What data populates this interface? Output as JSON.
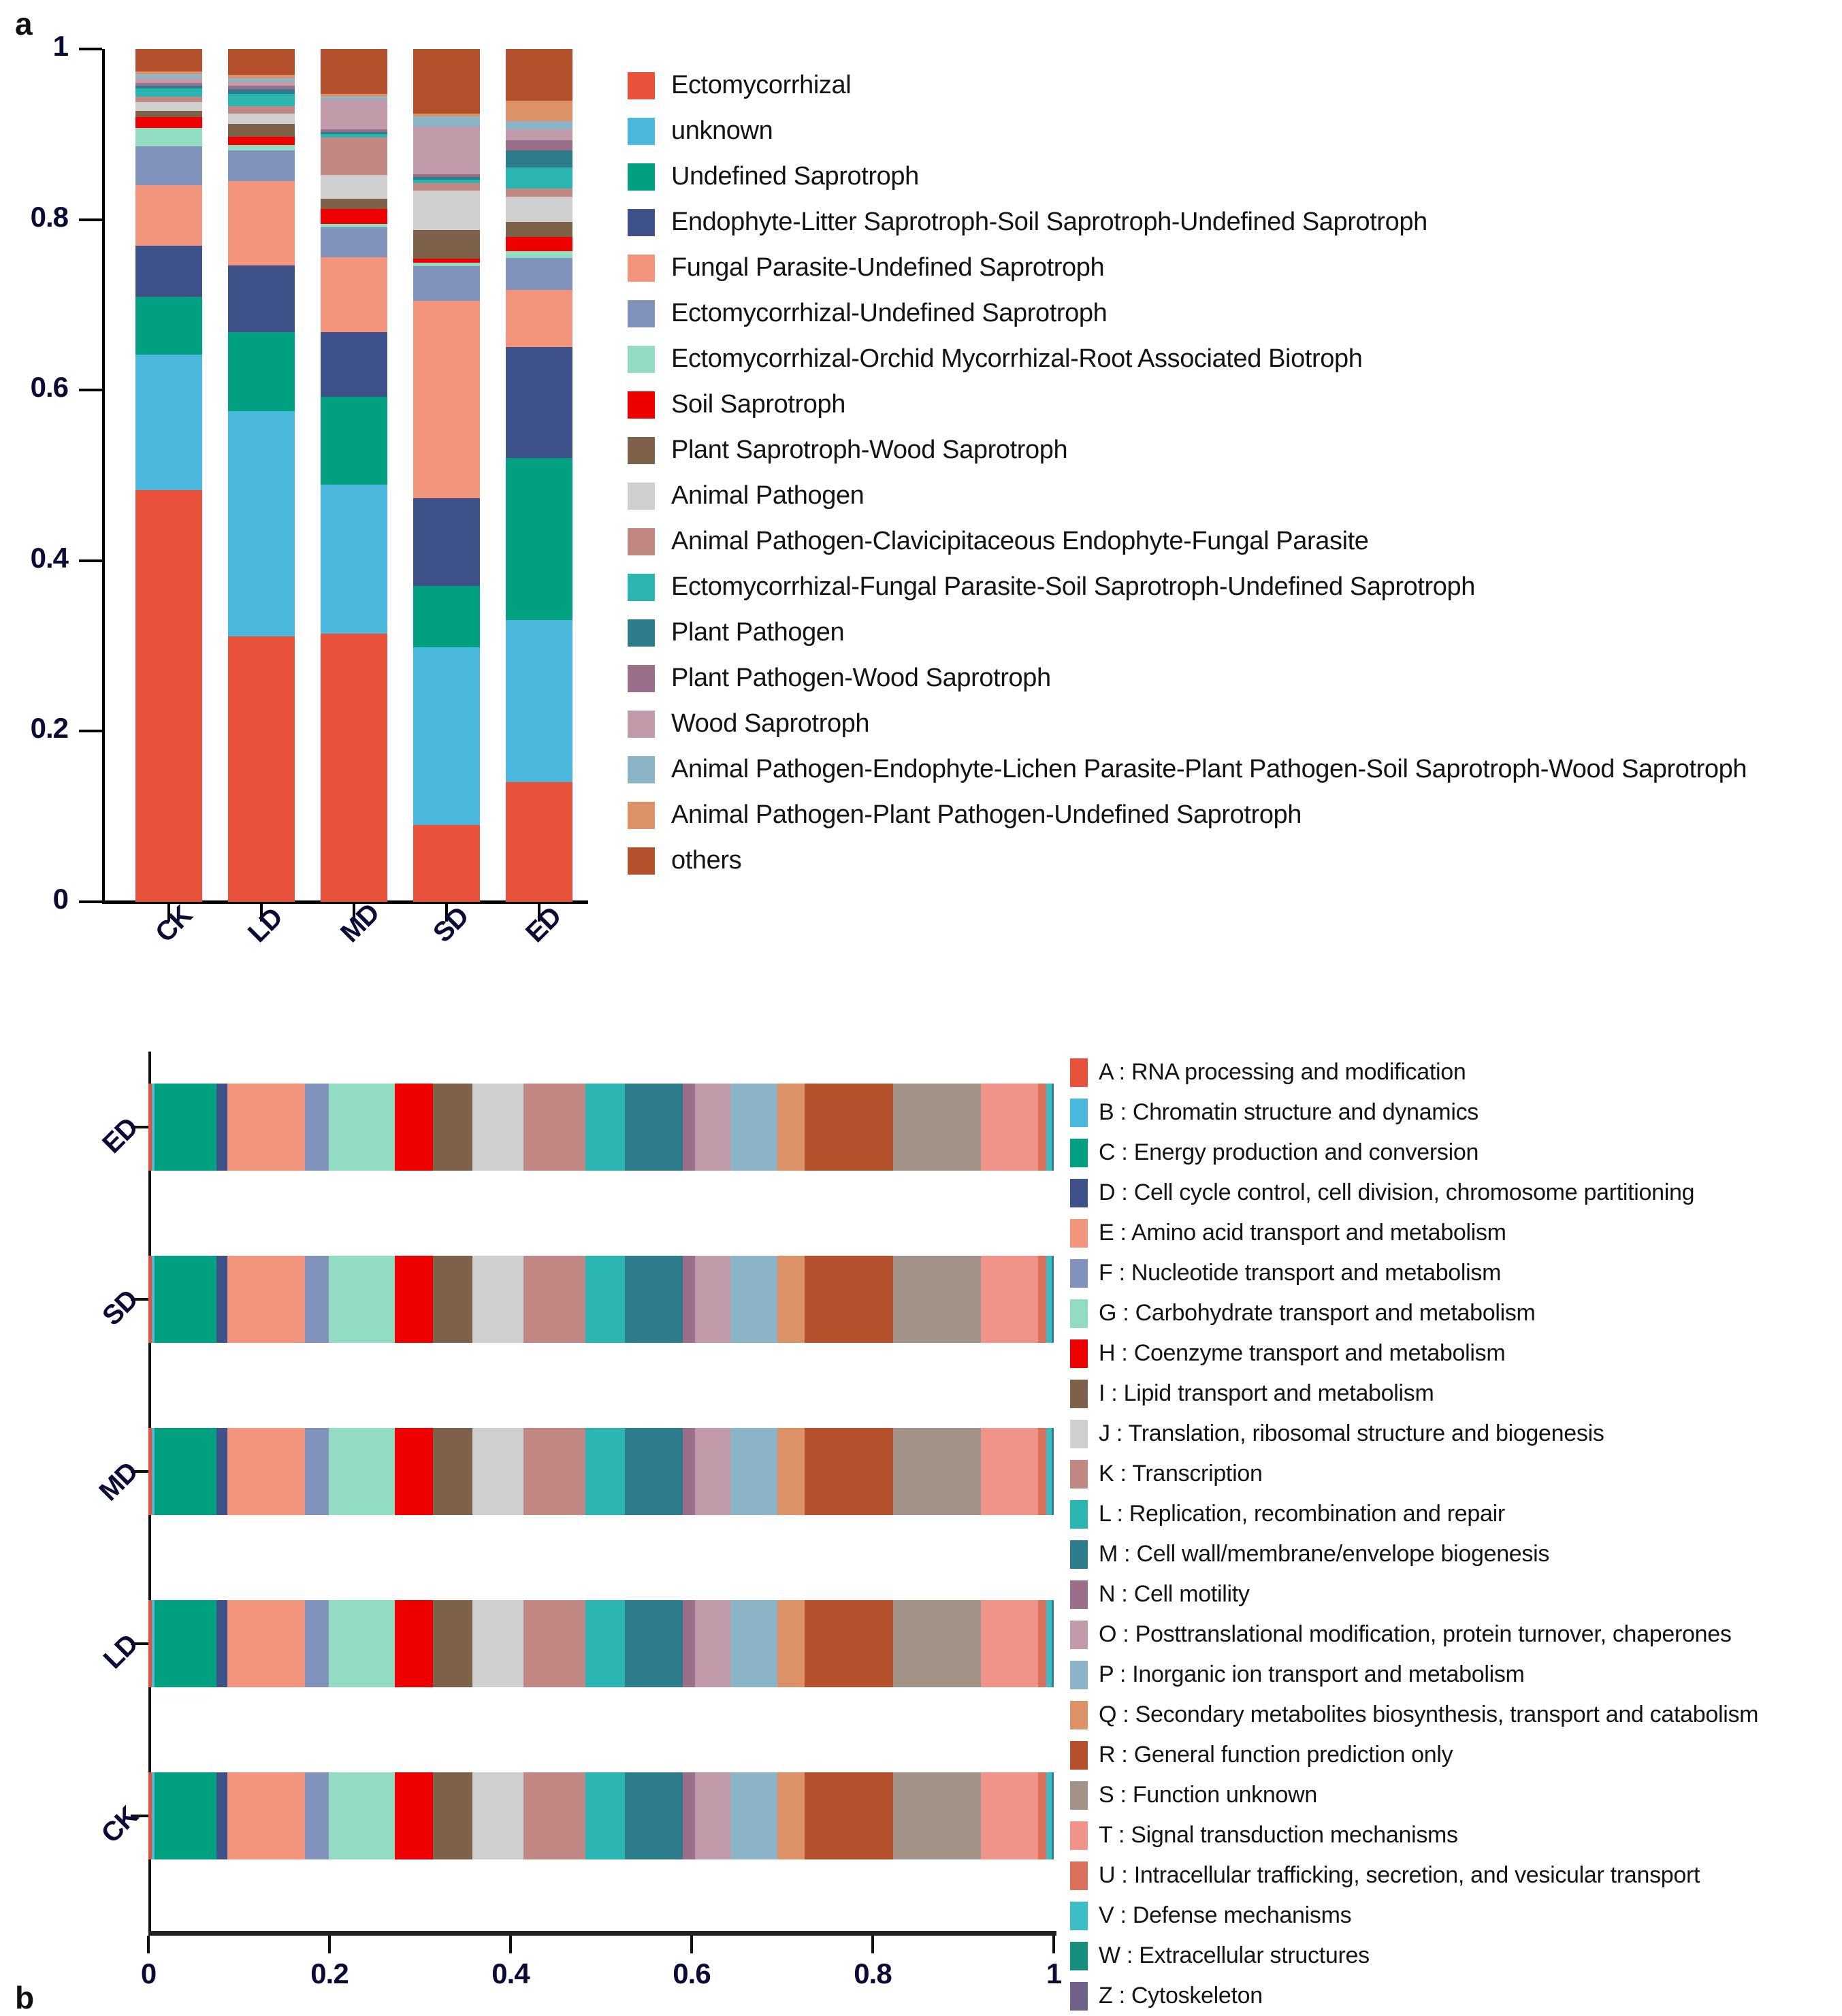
{
  "figure": {
    "panel_a_letter": "a",
    "panel_b_letter": "b"
  },
  "chart_data": [
    {
      "type": "bar",
      "panel": "a",
      "orientation": "vertical",
      "stacked": true,
      "normalized": true,
      "title": "",
      "xlabel": "",
      "ylabel": "",
      "ylim": [
        0,
        1
      ],
      "yticks": [
        "0",
        "0.2",
        "0.4",
        "0.6",
        "0.8",
        "1"
      ],
      "ytick_values": [
        0,
        0.2,
        0.4,
        0.6,
        0.8,
        1
      ],
      "grid": false,
      "legend_position": "right",
      "categories": [
        "CK",
        "LD",
        "MD",
        "SD",
        "ED"
      ],
      "series": [
        {
          "name": "Ectomycorrhizal",
          "color": "#e8513a",
          "values": [
            0.507,
            0.311,
            0.314,
            0.09,
            0.14
          ]
        },
        {
          "name": "unknown",
          "color": "#4ab9dd",
          "values": [
            0.167,
            0.264,
            0.175,
            0.208,
            0.19
          ]
        },
        {
          "name": "Undefined Saprotroph",
          "color": "#00a081",
          "values": [
            0.071,
            0.093,
            0.103,
            0.072,
            0.19
          ]
        },
        {
          "name": "Endophyte-Litter Saprotroph-Soil Saprotroph-Undefined Saprotroph",
          "color": "#3e5289",
          "values": [
            0.063,
            0.078,
            0.076,
            0.103,
            0.13
          ]
        },
        {
          "name": "Fungal Parasite-Undefined Saprotroph",
          "color": "#f2957c",
          "values": [
            0.074,
            0.099,
            0.088,
            0.232,
            0.067
          ]
        },
        {
          "name": "Ectomycorrhizal-Undefined Saprotroph",
          "color": "#8193bd",
          "values": [
            0.048,
            0.036,
            0.035,
            0.04,
            0.038
          ]
        },
        {
          "name": "Ectomycorrhizal-Orchid Mycorrhizal-Root Associated Biotroph",
          "color": "#92ddc2",
          "values": [
            0.023,
            0.006,
            0.004,
            0.004,
            0.008
          ]
        },
        {
          "name": "Soil Saprotroph",
          "color": "#ee0000",
          "values": [
            0.013,
            0.01,
            0.017,
            0.005,
            0.017
          ]
        },
        {
          "name": "Plant Saprotroph-Wood Saprotroph",
          "color": "#7d6249",
          "values": [
            0.008,
            0.015,
            0.012,
            0.034,
            0.017
          ]
        },
        {
          "name": "Animal Pathogen",
          "color": "#cfcfcf",
          "values": [
            0.011,
            0.012,
            0.028,
            0.046,
            0.03
          ]
        },
        {
          "name": "Animal Pathogen-Clavicipitaceous Endophyte-Fungal Parasite",
          "color": "#c18782",
          "values": [
            0.006,
            0.009,
            0.044,
            0.009,
            0.009
          ]
        },
        {
          "name": "Ectomycorrhizal-Fungal Parasite-Soil Saprotroph-Undefined Saprotroph",
          "color": "#2ab4b2",
          "values": [
            0.01,
            0.014,
            0.004,
            0.004,
            0.025
          ]
        },
        {
          "name": "Plant Pathogen",
          "color": "#2c7c8c",
          "values": [
            0.004,
            0.006,
            0.003,
            0.003,
            0.02
          ]
        },
        {
          "name": "Plant Pathogen-Wood Saprotroph",
          "color": "#9b6f89",
          "values": [
            0.003,
            0.004,
            0.003,
            0.003,
            0.012
          ]
        },
        {
          "name": "Wood Saprotroph",
          "color": "#c29bab",
          "values": [
            0.006,
            0.005,
            0.035,
            0.056,
            0.013
          ]
        },
        {
          "name": "Animal Pathogen-Endophyte-Lichen Parasite-Plant Pathogen-Soil Saprotroph-Wood Saprotroph",
          "color": "#8bb4c6",
          "values": [
            0.005,
            0.004,
            0.003,
            0.012,
            0.009
          ]
        },
        {
          "name": "Animal Pathogen-Plant Pathogen-Undefined Saprotroph",
          "color": "#dc9167",
          "values": [
            0.003,
            0.004,
            0.003,
            0.003,
            0.024
          ]
        },
        {
          "name": "others",
          "color": "#b4502c",
          "values": [
            0.028,
            0.03,
            0.053,
            0.076,
            0.061
          ]
        }
      ]
    },
    {
      "type": "bar",
      "panel": "b",
      "orientation": "horizontal",
      "stacked": true,
      "normalized": true,
      "title": "",
      "xlabel": "",
      "ylabel": "",
      "xlim": [
        0,
        1
      ],
      "xticks": [
        "0",
        "0.2",
        "0.4",
        "0.6",
        "0.8",
        "1"
      ],
      "xtick_values": [
        0,
        0.2,
        0.4,
        0.6,
        0.8,
        1
      ],
      "grid": false,
      "legend_position": "right",
      "categories": [
        "ED",
        "SD",
        "MD",
        "LD",
        "CK"
      ],
      "series": [
        {
          "code": "A",
          "name": "A : RNA processing and modification",
          "color": "#e8513a",
          "values": [
            0.004,
            0.004,
            0.004,
            0.004,
            0.004
          ]
        },
        {
          "code": "B",
          "name": "B : Chromatin structure and dynamics",
          "color": "#4ab9dd",
          "values": [
            0.003,
            0.003,
            0.003,
            0.003,
            0.003
          ]
        },
        {
          "code": "C",
          "name": "C : Energy production and conversion",
          "color": "#00a081",
          "values": [
            0.068,
            0.068,
            0.068,
            0.068,
            0.068
          ]
        },
        {
          "code": "D",
          "name": "D : Cell cycle control, cell division, chromosome partitioning",
          "color": "#3e5289",
          "values": [
            0.012,
            0.012,
            0.012,
            0.012,
            0.012
          ]
        },
        {
          "code": "E",
          "name": "E : Amino acid transport and metabolism",
          "color": "#f2957c",
          "values": [
            0.086,
            0.086,
            0.086,
            0.086,
            0.086
          ]
        },
        {
          "code": "F",
          "name": "F : Nucleotide transport and metabolism",
          "color": "#8193bd",
          "values": [
            0.026,
            0.026,
            0.026,
            0.026,
            0.026
          ]
        },
        {
          "code": "G",
          "name": "G : Carbohydrate transport and metabolism",
          "color": "#92ddc2",
          "values": [
            0.073,
            0.073,
            0.073,
            0.073,
            0.073
          ]
        },
        {
          "code": "H",
          "name": "H : Coenzyme transport and metabolism",
          "color": "#ee0000",
          "values": [
            0.042,
            0.042,
            0.042,
            0.042,
            0.042
          ]
        },
        {
          "code": "I",
          "name": "I : Lipid transport and metabolism",
          "color": "#7d6249",
          "values": [
            0.044,
            0.044,
            0.044,
            0.044,
            0.044
          ]
        },
        {
          "code": "J",
          "name": "J : Translation, ribosomal structure and biogenesis",
          "color": "#cfcfcf",
          "values": [
            0.056,
            0.056,
            0.056,
            0.056,
            0.056
          ]
        },
        {
          "code": "K",
          "name": "K : Transcription",
          "color": "#c18782",
          "values": [
            0.069,
            0.069,
            0.069,
            0.069,
            0.069
          ]
        },
        {
          "code": "L",
          "name": "L : Replication, recombination and repair",
          "color": "#2ab4b2",
          "values": [
            0.043,
            0.043,
            0.043,
            0.043,
            0.043
          ]
        },
        {
          "code": "M",
          "name": "M : Cell wall/membrane/envelope biogenesis",
          "color": "#2c7c8c",
          "values": [
            0.064,
            0.064,
            0.064,
            0.064,
            0.064
          ]
        },
        {
          "code": "N",
          "name": "N : Cell motility",
          "color": "#9b6f89",
          "values": [
            0.014,
            0.014,
            0.014,
            0.014,
            0.014
          ]
        },
        {
          "code": "O",
          "name": "O : Posttranslational modification, protein turnover, chaperones",
          "color": "#c29bab",
          "values": [
            0.039,
            0.039,
            0.039,
            0.039,
            0.039
          ]
        },
        {
          "code": "P",
          "name": "P : Inorganic ion transport and metabolism",
          "color": "#8bb4c6",
          "values": [
            0.052,
            0.052,
            0.052,
            0.052,
            0.052
          ]
        },
        {
          "code": "Q",
          "name": "Q : Secondary metabolites biosynthesis, transport and catabolism",
          "color": "#dc9167",
          "values": [
            0.03,
            0.03,
            0.03,
            0.03,
            0.03
          ]
        },
        {
          "code": "R",
          "name": "R : General function prediction only",
          "color": "#b4502c",
          "values": [
            0.098,
            0.098,
            0.098,
            0.098,
            0.098
          ]
        },
        {
          "code": "S",
          "name": "S : Function unknown",
          "color": "#a39287",
          "values": [
            0.097,
            0.097,
            0.097,
            0.097,
            0.097
          ]
        },
        {
          "code": "T",
          "name": "T : Signal transduction mechanisms",
          "color": "#f0948a",
          "values": [
            0.063,
            0.063,
            0.063,
            0.063,
            0.063
          ]
        },
        {
          "code": "U",
          "name": "U : Intracellular trafficking, secretion, and vesicular transport",
          "color": "#d9705c",
          "values": [
            0.009,
            0.009,
            0.009,
            0.009,
            0.009
          ]
        },
        {
          "code": "V",
          "name": "V : Defense mechanisms",
          "color": "#3cbcc4",
          "values": [
            0.006,
            0.006,
            0.006,
            0.006,
            0.006
          ]
        },
        {
          "code": "W",
          "name": "W : Extracellular structures",
          "color": "#15907e",
          "values": [
            0.001,
            0.001,
            0.001,
            0.001,
            0.001
          ]
        },
        {
          "code": "Z",
          "name": "Z : Cytoskeleton",
          "color": "#6f6389",
          "values": [
            0.001,
            0.001,
            0.001,
            0.001,
            0.001
          ]
        }
      ]
    }
  ]
}
